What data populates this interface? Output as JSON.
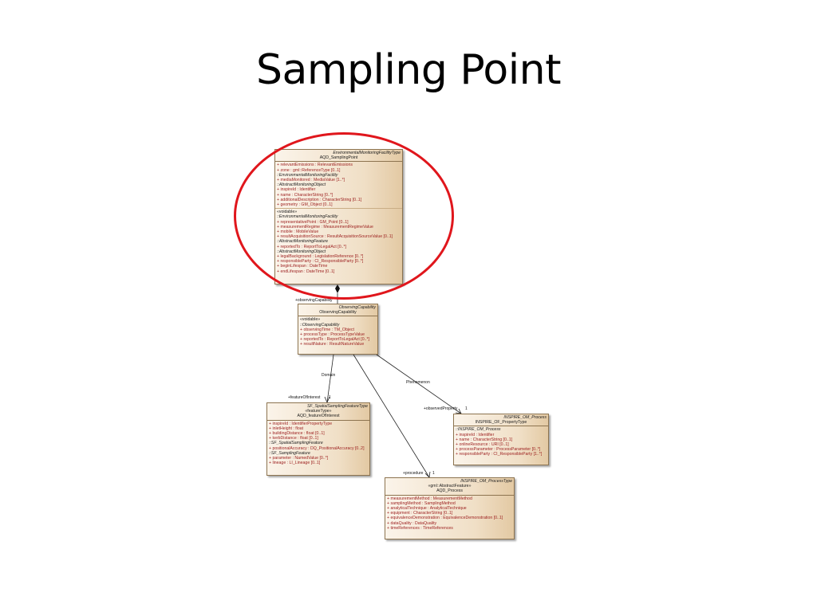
{
  "slide": {
    "title": "Sampling Point"
  },
  "classes": {
    "sampling_point": {
      "stereotype_right": "EnvironmentalMonitoringFacilityType",
      "name": "AQD_SamplingPoint",
      "lines": [
        {
          "t": "+ relevantEmissions : RelevantEmissions",
          "k": "attr"
        },
        {
          "t": "+ zone : gml::ReferenceType [0..1]",
          "k": "attr"
        },
        {
          "t": "::EnvironmentalMonitoringFacility",
          "k": "grp"
        },
        {
          "t": "+ mediaMonitored : MediaValue [1..*]",
          "k": "attr"
        },
        {
          "t": "::AbstractMonitoringObject",
          "k": "grp"
        },
        {
          "t": "+ inspireId : Identifier",
          "k": "attr"
        },
        {
          "t": "+ name : CharacterString [0..*]",
          "k": "attr"
        },
        {
          "t": "+ additionalDescription : CharacterString [0..1]",
          "k": "attr"
        },
        {
          "t": "+ geometry : GM_Object [0..1]",
          "k": "attr"
        },
        {
          "t": "",
          "k": "sep"
        },
        {
          "t": "«voidable»",
          "k": "plain"
        },
        {
          "t": "::EnvironmentalMonitoringFacility",
          "k": "grp"
        },
        {
          "t": "+ representativePoint : GM_Point [0..1]",
          "k": "attr"
        },
        {
          "t": "+ measurementRegime : MeasurementRegimeValue",
          "k": "attr"
        },
        {
          "t": "+ mobile : MobileValue",
          "k": "attr"
        },
        {
          "t": "+ resultAcquisitionSource : ResultAcquisitionSourceValue [0..1]",
          "k": "attr"
        },
        {
          "t": "::AbstractMonitoringFeature",
          "k": "grp"
        },
        {
          "t": "+ reportedTo : ReportToLegalAct [0..*]",
          "k": "attr"
        },
        {
          "t": "::AbstractMonitoringObject",
          "k": "grp"
        },
        {
          "t": "+ legalBackground : LegislationReference [0..*]",
          "k": "attr"
        },
        {
          "t": "+ responsibleParty : CI_ResponsibleParty [0..*]",
          "k": "attr"
        },
        {
          "t": "+ beginLifespan : DateTime",
          "k": "attr"
        },
        {
          "t": "+ endLifespan : DateTime [0..1]",
          "k": "attr"
        }
      ]
    },
    "observing_capability": {
      "stereotype_right": "ObservingCapability",
      "name": "ObservingCapability",
      "lines": [
        {
          "t": "«voidable»",
          "k": "plain"
        },
        {
          "t": "::ObservingCapability",
          "k": "grp"
        },
        {
          "t": "+ observingTime : TM_Object",
          "k": "attr"
        },
        {
          "t": "+ processType : ProcessTypeValue",
          "k": "attr"
        },
        {
          "t": "+ reportedTo : ReportToLegalAct [0..*]",
          "k": "attr"
        },
        {
          "t": "+ resultNature : ResultNatureValue",
          "k": "attr"
        }
      ]
    },
    "feature_of_interest": {
      "stereotype_right": "SF_SpatialSamplingFeatureType",
      "stereotype_center": "«featureType»",
      "name": "AQD_featureOfInterest",
      "lines": [
        {
          "t": "+ inspireId : IdentifierPropertyType",
          "k": "attr"
        },
        {
          "t": "+ inletHeight : float",
          "k": "attr"
        },
        {
          "t": "+ buildingDistance : float [0..1]",
          "k": "attr"
        },
        {
          "t": "+ kerbDistance : float [0..1]",
          "k": "attr"
        },
        {
          "t": "::SF_SpatialSamplingFeature",
          "k": "grp"
        },
        {
          "t": "+ positionalAccuracy : DQ_PositionalAccuracy [0..2]",
          "k": "attr"
        },
        {
          "t": "::SF_SamplingFeature",
          "k": "grp"
        },
        {
          "t": "+ parameter : NamedValue [0..*]",
          "k": "attr"
        },
        {
          "t": "+ lineage : LI_Lineage [0..1]",
          "k": "attr"
        }
      ]
    },
    "om_process_property": {
      "stereotype_right": "INSPIRE_OM_Process",
      "name": "INSPIRE_OF_PropertyType",
      "lines": [
        {
          "t": "::INSPIRE_OM_Process",
          "k": "grp"
        },
        {
          "t": "+ inspireId : Identifier",
          "k": "attr"
        },
        {
          "t": "+ name : CharacterString [0..1]",
          "k": "attr"
        },
        {
          "t": "+ onlineResource : URI [0..1]",
          "k": "attr"
        },
        {
          "t": "+ processParameter : ProcessParameter [0..*]",
          "k": "attr"
        },
        {
          "t": "+ responsibleParty : CI_ResponsibleParty [1..*]",
          "k": "attr"
        }
      ]
    },
    "aqd_process": {
      "stereotype_right": "INSPIRE_OM_ProcessType",
      "stereotype_center": "«gml::AbstractFeature»",
      "name": "AQD_Process",
      "lines": [
        {
          "t": "+ measurementMethod : MeasurementMethod",
          "k": "attr"
        },
        {
          "t": "+ samplingMethod : SamplingMethod",
          "k": "attr"
        },
        {
          "t": "+ analyticalTechnique : AnalyticalTechnique",
          "k": "attr"
        },
        {
          "t": "+ equipment : CharacterString [0..1]",
          "k": "attr"
        },
        {
          "t": "+ equivalenceDemonstration : EquivalenceDemonstration [0..1]",
          "k": "attr"
        },
        {
          "t": "+ dataQuality : DataQuality",
          "k": "attr"
        },
        {
          "t": "+ timeReferences : TimeReferences",
          "k": "attr"
        }
      ]
    }
  },
  "edge_labels": {
    "observing_capability_role": "+observingCapability",
    "feature_of_interest_role": "+featureOfInterest",
    "feature_of_interest_mult": "1",
    "domain": "Domain",
    "phenomenon": "Phenomenon",
    "observed_property_role": "+observedProperty",
    "observed_property_mult": "1",
    "procedure_role": "+procedure",
    "procedure_mult": "1"
  },
  "colors": {
    "highlight": "#e0161c",
    "attribute_text": "#9b1c1c",
    "class_border": "#8d7450"
  }
}
